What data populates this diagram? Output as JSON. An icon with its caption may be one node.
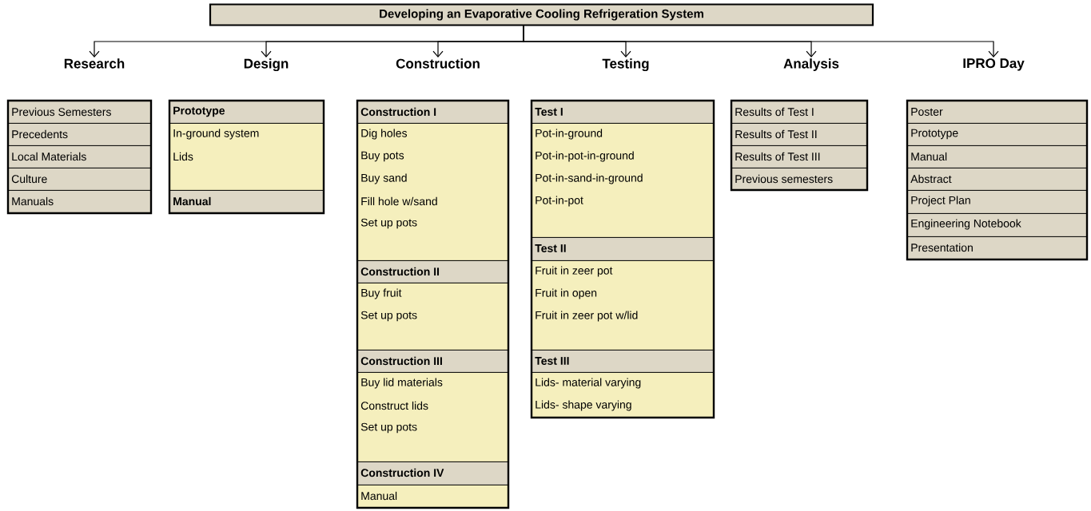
{
  "diagram": {
    "nodes": [
      {
        "text": [
          "Developing an Evaporative Cooling Refrigeration System"
        ]
      },
      {
        "text": [
          "Research"
        ]
      },
      {
        "text": [
          "Design"
        ]
      },
      {
        "text": [
          "Construction"
        ]
      },
      {
        "text": [
          "Testing"
        ]
      },
      {
        "text": [
          "Analysis"
        ]
      },
      {
        "text": [
          "IPRO Day"
        ]
      },
      {
        "text": [
          "Previous Semesters"
        ]
      },
      {
        "text": [
          "Precedents"
        ]
      },
      {
        "text": [
          "Local Materials"
        ]
      },
      {
        "text": [
          "Culture"
        ]
      },
      {
        "text": [
          "Manuals"
        ]
      },
      {
        "text": [
          "Prototype"
        ]
      },
      {
        "text": [
          "In-ground system",
          "Lids"
        ]
      },
      {
        "text": [
          "Manual"
        ]
      },
      {
        "text": [
          "Construction I"
        ]
      },
      {
        "text": [
          "Dig holes",
          "Buy pots",
          "Buy sand",
          "Fill hole w/sand",
          "Set up pots"
        ]
      },
      {
        "text": [
          "Construction II"
        ]
      },
      {
        "text": [
          "Buy fruit",
          "Set up pots"
        ]
      },
      {
        "text": [
          "Construction III"
        ]
      },
      {
        "text": [
          "Buy lid materials",
          "Construct lids",
          "Set up pots"
        ]
      },
      {
        "text": [
          "Construction IV"
        ]
      },
      {
        "text": [
          "Manual"
        ]
      },
      {
        "text": [
          "Test I"
        ]
      },
      {
        "text": [
          "Pot-in-ground",
          "Pot-in-pot-in-ground",
          "Pot-in-sand-in-ground",
          "Pot-in-pot"
        ]
      },
      {
        "text": [
          "Test II"
        ]
      },
      {
        "text": [
          "Fruit in zeer pot",
          "Fruit in open",
          "Fruit in zeer pot w/lid"
        ]
      },
      {
        "text": [
          "Test III"
        ]
      },
      {
        "text": [
          "Lids- material varying",
          "Lids- shape varying"
        ]
      },
      {
        "text": [
          "Results of Test I"
        ]
      },
      {
        "text": [
          "Results of Test II"
        ]
      },
      {
        "text": [
          "Results of Test III"
        ]
      },
      {
        "text": [
          "Previous semesters"
        ]
      },
      {
        "text": [
          "Poster"
        ]
      },
      {
        "text": [
          "Prototype"
        ]
      },
      {
        "text": [
          "Manual"
        ]
      },
      {
        "text": [
          "Abstract"
        ]
      },
      {
        "text": [
          "Project Plan"
        ]
      },
      {
        "text": [
          "Engineering Notebook"
        ]
      },
      {
        "text": [
          "Presentation"
        ]
      }
    ],
    "edges": [
      {
        "from": 0,
        "to": 1,
        "arrow": "to"
      },
      {
        "from": 0,
        "to": 2,
        "arrow": "to"
      },
      {
        "from": 0,
        "to": 3,
        "arrow": "to"
      },
      {
        "from": 0,
        "to": 4,
        "arrow": "to"
      },
      {
        "from": 0,
        "to": 5,
        "arrow": "to"
      },
      {
        "from": 0,
        "to": 6,
        "arrow": "to"
      }
    ]
  }
}
